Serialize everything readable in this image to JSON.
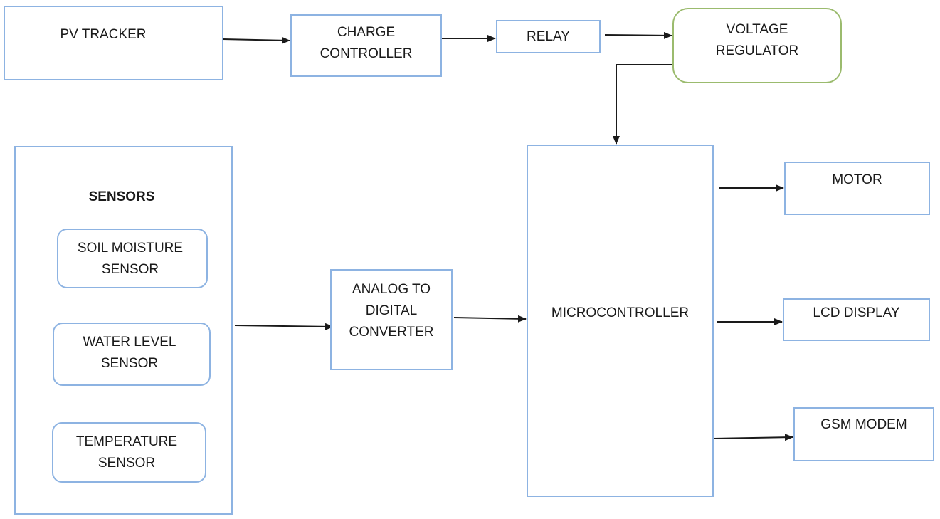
{
  "blocks": {
    "pv_tracker": [
      "PV TRACKER"
    ],
    "charge_controller": [
      "CHARGE",
      "CONTROLLER"
    ],
    "relay": [
      "RELAY"
    ],
    "voltage_regulator": [
      "VOLTAGE",
      "REGULATOR"
    ],
    "sensors_title": "SENSORS",
    "soil_moisture": [
      "SOIL MOISTURE",
      "SENSOR"
    ],
    "water_level": [
      "WATER LEVEL",
      "SENSOR"
    ],
    "temperature": [
      "TEMPERATURE",
      "SENSOR"
    ],
    "adc": [
      "ANALOG TO",
      "DIGITAL",
      "CONVERTER"
    ],
    "microcontroller": [
      "MICROCONTROLLER"
    ],
    "motor": [
      "MOTOR"
    ],
    "lcd_display": [
      "LCD DISPLAY"
    ],
    "gsm_modem": [
      "GSM MODEM"
    ]
  },
  "colors": {
    "box_border": "#8db3e2",
    "regulator_border": "#9bbb6e",
    "arrow": "#1a1a1a"
  }
}
